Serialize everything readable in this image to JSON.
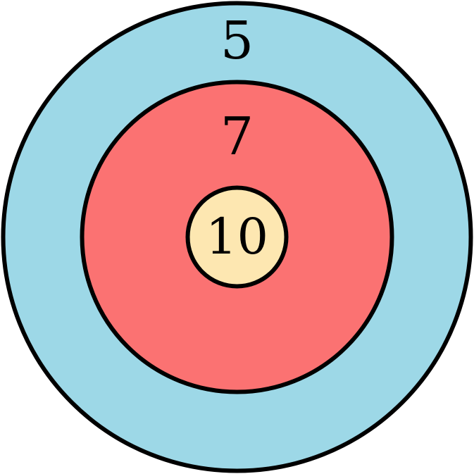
{
  "target": {
    "rings": [
      {
        "label": "5",
        "color": "#9dd8e7"
      },
      {
        "label": "7",
        "color": "#fb7272"
      },
      {
        "label": "10",
        "color": "#fde7b1"
      }
    ],
    "outline_color": "#000000"
  }
}
